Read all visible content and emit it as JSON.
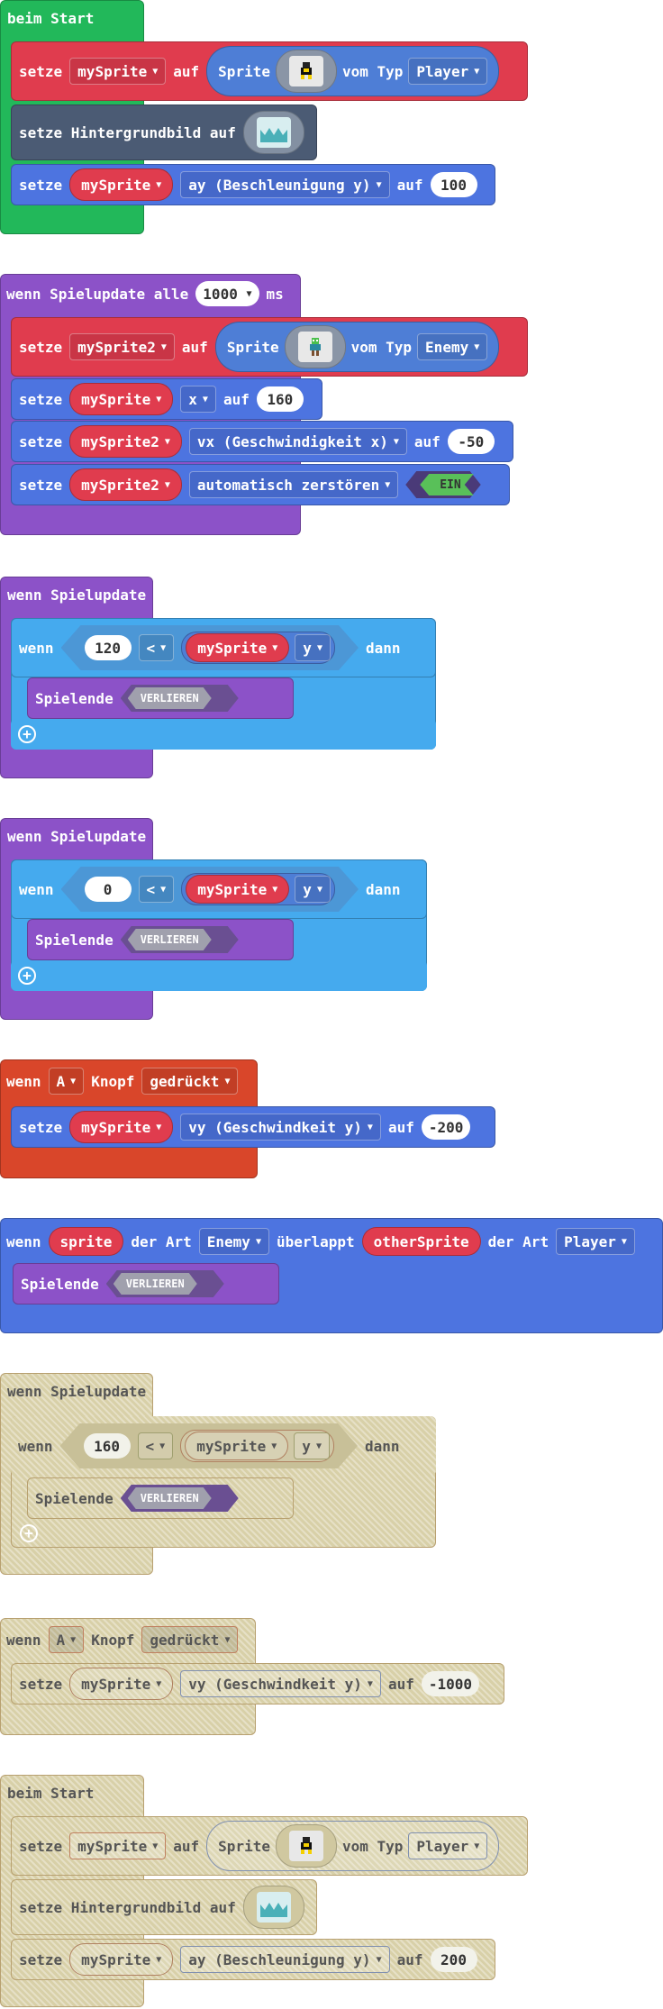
{
  "colors": {
    "green": "#22b85a",
    "red": "#e03c4e",
    "blue": "#4d74e0",
    "slate": "#4b5b74",
    "purple": "#8c52c8",
    "cyan": "#45aaee",
    "orange": "#d9462a",
    "spritepill": "#4e7ed6"
  },
  "b1": {
    "hat": "beim Start",
    "r1": {
      "setze": "setze",
      "var": "mySprite",
      "auf": "auf",
      "sprite": "Sprite",
      "vomtyp": "vom Typ",
      "kind": "Player",
      "icon": "player-sprite-icon"
    },
    "r2": {
      "text": "setze Hintergrundbild auf",
      "icon": "background-image-icon"
    },
    "r3": {
      "setze": "setze",
      "var": "mySprite",
      "prop": "ay (Beschleunigung y)",
      "auf": "auf",
      "value": "100"
    }
  },
  "b2": {
    "hat": "wenn Spielupdate alle",
    "interval": "1000",
    "ms": "ms",
    "r1": {
      "setze": "setze",
      "var": "mySprite2",
      "auf": "auf",
      "sprite": "Sprite",
      "vomtyp": "vom Typ",
      "kind": "Enemy",
      "icon": "enemy-sprite-icon"
    },
    "r2": {
      "setze": "setze",
      "var": "mySprite",
      "prop": "x",
      "auf": "auf",
      "value": "160"
    },
    "r3": {
      "setze": "setze",
      "var": "mySprite2",
      "prop": "vx (Geschwindigkeit x)",
      "auf": "auf",
      "value": "-50"
    },
    "r4": {
      "setze": "setze",
      "var": "mySprite2",
      "prop": "automatisch zerstören",
      "toggle": "EIN"
    }
  },
  "b3": {
    "hat": "wenn Spielupdate",
    "wenn": "wenn",
    "left": "120",
    "op": "<",
    "var": "mySprite",
    "prop": "y",
    "dann": "dann",
    "spielende": "Spielende",
    "result": "VERLIEREN"
  },
  "b4": {
    "hat": "wenn Spielupdate",
    "wenn": "wenn",
    "left": "0",
    "op": "<",
    "var": "mySprite",
    "prop": "y",
    "dann": "dann",
    "spielende": "Spielende",
    "result": "VERLIEREN"
  },
  "b5": {
    "wenn": "wenn",
    "button": "A",
    "knopf": "Knopf",
    "action": "gedrückt",
    "r1": {
      "setze": "setze",
      "var": "mySprite",
      "prop": "vy (Geschwindkeit y)",
      "auf": "auf",
      "value": "-200"
    }
  },
  "b6": {
    "wenn": "wenn",
    "sprite": "sprite",
    "derart": "der Art",
    "kind1": "Enemy",
    "ueberlappt": "überlappt",
    "other": "otherSprite",
    "derart2": "der Art",
    "kind2": "Player",
    "spielende": "Spielende",
    "result": "VERLIEREN"
  },
  "b7": {
    "hat": "wenn Spielupdate",
    "wenn": "wenn",
    "left": "160",
    "op": "<",
    "var": "mySprite",
    "prop": "y",
    "dann": "dann",
    "spielende": "Spielende",
    "result": "VERLIEREN"
  },
  "b8": {
    "wenn": "wenn",
    "button": "A",
    "knopf": "Knopf",
    "action": "gedrückt",
    "r1": {
      "setze": "setze",
      "var": "mySprite",
      "prop": "vy (Geschwindkeit y)",
      "auf": "auf",
      "value": "-1000"
    }
  },
  "b9": {
    "hat": "beim Start",
    "r1": {
      "setze": "setze",
      "var": "mySprite",
      "auf": "auf",
      "sprite": "Sprite",
      "vomtyp": "vom Typ",
      "kind": "Player"
    },
    "r2": {
      "text": "setze Hintergrundbild auf"
    },
    "r3": {
      "setze": "setze",
      "var": "mySprite",
      "prop": "ay (Beschleunigung y)",
      "auf": "auf",
      "value": "200"
    }
  }
}
